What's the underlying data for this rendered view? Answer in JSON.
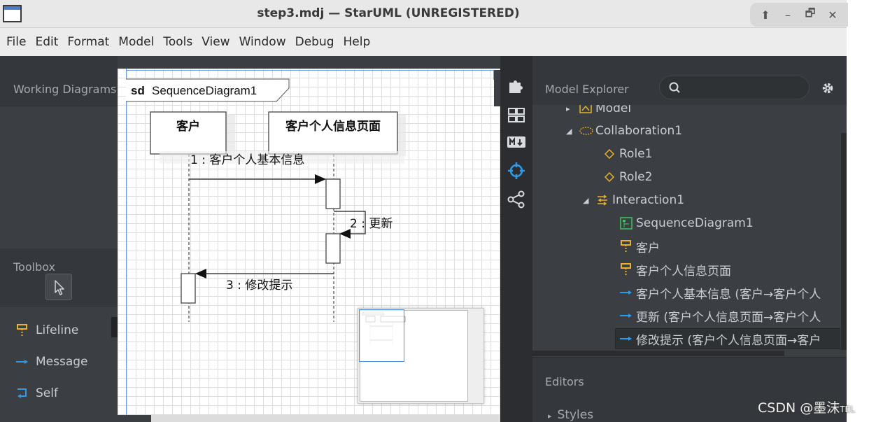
{
  "window": {
    "title": "step3.mdj — StarUML (UNREGISTERED)",
    "controls": {
      "up": "⬆",
      "minimize": "–",
      "restore": "🗗",
      "close": "✕"
    }
  },
  "menu": [
    "File",
    "Edit",
    "Format",
    "Model",
    "Tools",
    "View",
    "Window",
    "Debug",
    "Help"
  ],
  "left": {
    "working_diagrams": "Working Diagrams",
    "toolbox": "Toolbox",
    "tools": [
      {
        "label": "Lifeline",
        "icon": "lifeline-icon",
        "color": "#e8b22a"
      },
      {
        "label": "Message",
        "icon": "message-icon",
        "color": "#2f9be8"
      },
      {
        "label": "Self",
        "icon": "self-message-icon",
        "color": "#2f9be8"
      }
    ]
  },
  "diagram": {
    "frame_keyword": "sd",
    "frame_name": "SequenceDiagram1",
    "lifelines": [
      {
        "name": "客户"
      },
      {
        "name": "客户个人信息页面"
      }
    ],
    "messages": [
      {
        "label": "1 : 客户个人基本信息"
      },
      {
        "label": "2 : 更新"
      },
      {
        "label": "3 : 修改提示"
      }
    ]
  },
  "explorer": {
    "title": "Model Explorer",
    "search_placeholder": "",
    "items": [
      {
        "label": "Model",
        "arrow": "▸",
        "icon": "model-icon"
      },
      {
        "label": "Collaboration1",
        "arrow": "◢",
        "icon": "collaboration-icon"
      },
      {
        "label": "Role1",
        "arrow": "",
        "icon": "role-icon"
      },
      {
        "label": "Role2",
        "arrow": "",
        "icon": "role-icon"
      },
      {
        "label": "Interaction1",
        "arrow": "◢",
        "icon": "interaction-icon"
      },
      {
        "label": "SequenceDiagram1",
        "arrow": "",
        "icon": "sequence-diagram-icon"
      },
      {
        "label": "客户",
        "arrow": "",
        "icon": "lifeline-icon"
      },
      {
        "label": "客户个人信息页面",
        "arrow": "",
        "icon": "lifeline-icon"
      },
      {
        "label": "客户个人基本信息 (客户→客户个人",
        "arrow": "",
        "icon": "message-icon"
      },
      {
        "label": "更新 (客户个人信息页面→客户个人",
        "arrow": "",
        "icon": "message-icon"
      },
      {
        "label": "修改提示 (客户个人信息页面→客户",
        "arrow": "",
        "icon": "message-icon"
      }
    ]
  },
  "editors": {
    "title": "Editors",
    "styles": "Styles",
    "styles_arrow": "▸"
  },
  "watermark": {
    "main": "CSDN @墨沫",
    "small": "TEL"
  },
  "colors": {
    "accent_blue": "#2f9be8",
    "lifeline_yellow": "#e8b22a",
    "panel_dark": "#3b3e42",
    "frame_blue": "#6aa0e0"
  }
}
